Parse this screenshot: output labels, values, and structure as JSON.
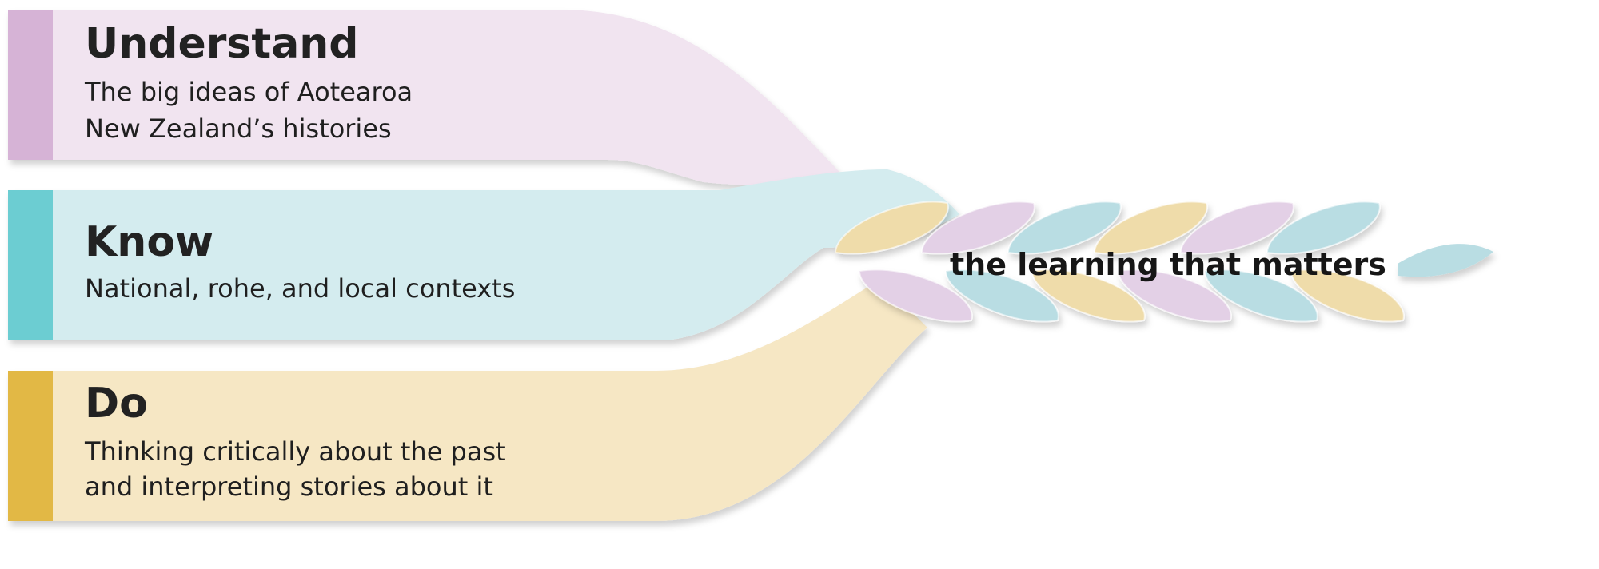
{
  "strands": [
    {
      "id": "understand",
      "heading": "Understand",
      "lines": [
        "The big ideas of Aotearoa",
        "New Zealand’s histories"
      ],
      "fill": "#f1e4f0",
      "accent": "#d6b3d6",
      "braid": "#e3d0e6"
    },
    {
      "id": "know",
      "heading": "Know",
      "lines": [
        "National, rohe, and local contexts"
      ],
      "fill": "#d4ecef",
      "accent": "#6ccdd2",
      "braid": "#b9dde3"
    },
    {
      "id": "do",
      "heading": "Do",
      "lines": [
        "Thinking critically about the past",
        "and interpreting stories about it"
      ],
      "fill": "#f6e7c4",
      "accent": "#e2b845",
      "braid": "#efdcaa"
    }
  ],
  "braid_label": "the learning that matters"
}
